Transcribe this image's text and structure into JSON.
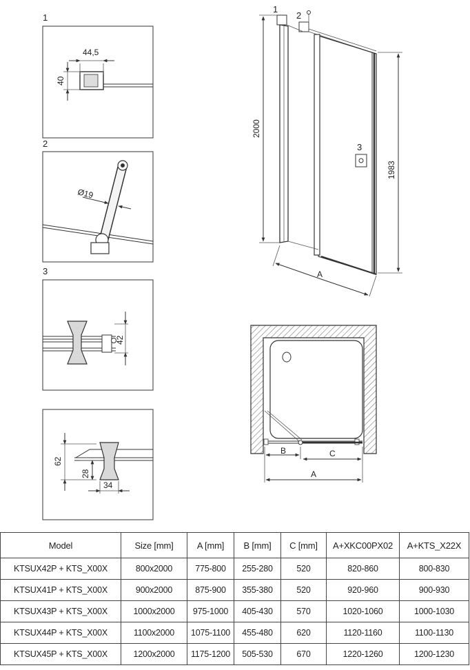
{
  "details": [
    {
      "label": "1",
      "dims": [
        "44,5",
        "40"
      ]
    },
    {
      "label": "2",
      "dims": [
        "Ø19"
      ]
    },
    {
      "label": "3",
      "dims": [
        "42"
      ]
    },
    {
      "label": "",
      "dims": [
        "62",
        "28",
        "34"
      ]
    }
  ],
  "elevation": {
    "callouts": [
      "1",
      "2",
      "3"
    ],
    "height_total": "2000",
    "height_door": "1983",
    "width_label": "A"
  },
  "plan": {
    "labels": [
      "B",
      "C",
      "A"
    ]
  },
  "table": {
    "headers": [
      "Model",
      "Size [mm]",
      "A [mm]",
      "B [mm]",
      "C [mm]",
      "A+XKC00PX02",
      "A+KTS_X22X"
    ],
    "rows": [
      [
        "KTSUX42P + KTS_X00X",
        "800x2000",
        "775-800",
        "255-280",
        "520",
        "820-860",
        "800-830"
      ],
      [
        "KTSUX41P + KTS_X00X",
        "900x2000",
        "875-900",
        "355-380",
        "520",
        "920-960",
        "900-930"
      ],
      [
        "KTSUX43P + KTS_X00X",
        "1000x2000",
        "975-1000",
        "405-430",
        "570",
        "1020-1060",
        "1000-1030"
      ],
      [
        "KTSUX44P + KTS_X00X",
        "1100x2000",
        "1075-1100",
        "455-480",
        "620",
        "1120-1160",
        "1100-1130"
      ],
      [
        "KTSUX45P + KTS_X00X",
        "1200x2000",
        "1175-1200",
        "505-530",
        "670",
        "1220-1260",
        "1200-1230"
      ]
    ]
  }
}
